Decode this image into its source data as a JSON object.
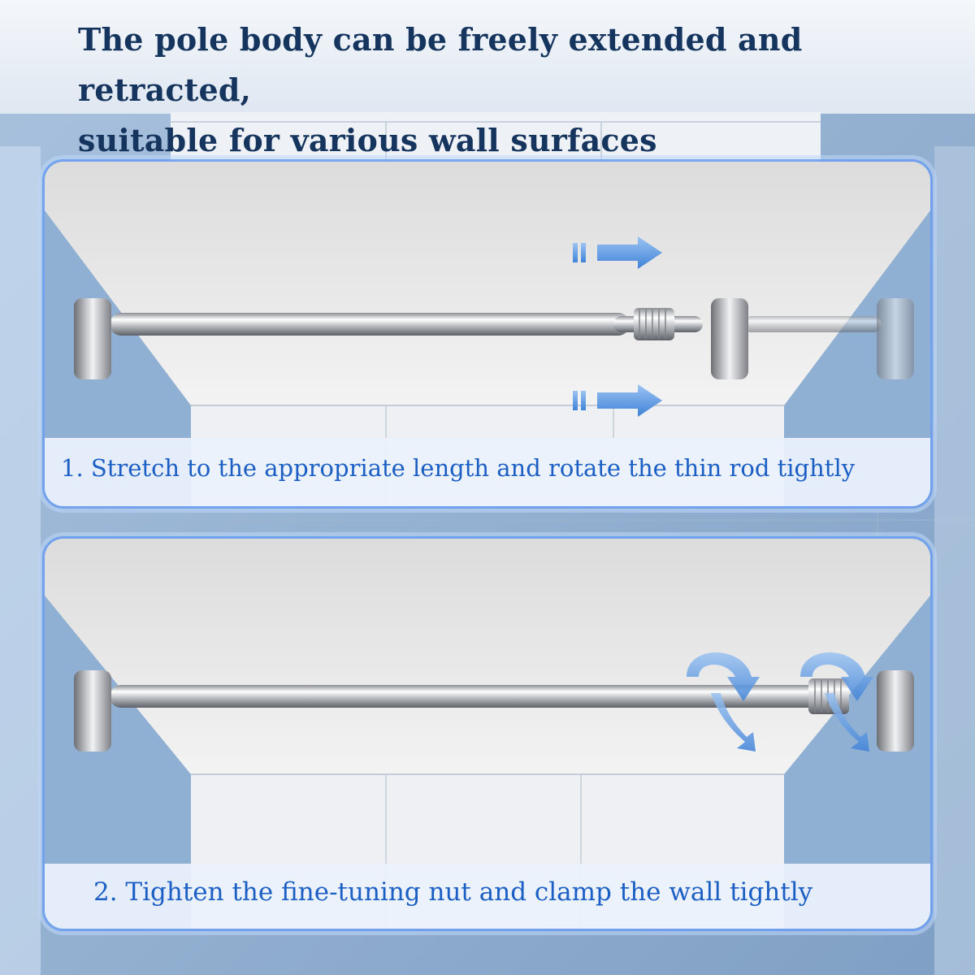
{
  "headline": {
    "line1": "The pole body can be freely extended and retracted,",
    "line2": "suitable for various wall surfaces"
  },
  "step1": {
    "caption": "1. Stretch to the appropriate length and rotate the thin rod tightly"
  },
  "step2": {
    "caption": "2. Tighten the fine-tuning nut and clamp the wall tightly"
  },
  "colors": {
    "headline": "#16355e",
    "caption": "#1c5fc4",
    "panel_border": "#6ea0f0",
    "arrow": "#5b9ae8",
    "wall": "#8fb0d2"
  },
  "icons": {
    "step1": [
      "arrow-right-icon",
      "arrow-right-icon"
    ],
    "step2": [
      "rotate-arrow-icon",
      "rotate-arrow-icon"
    ]
  }
}
